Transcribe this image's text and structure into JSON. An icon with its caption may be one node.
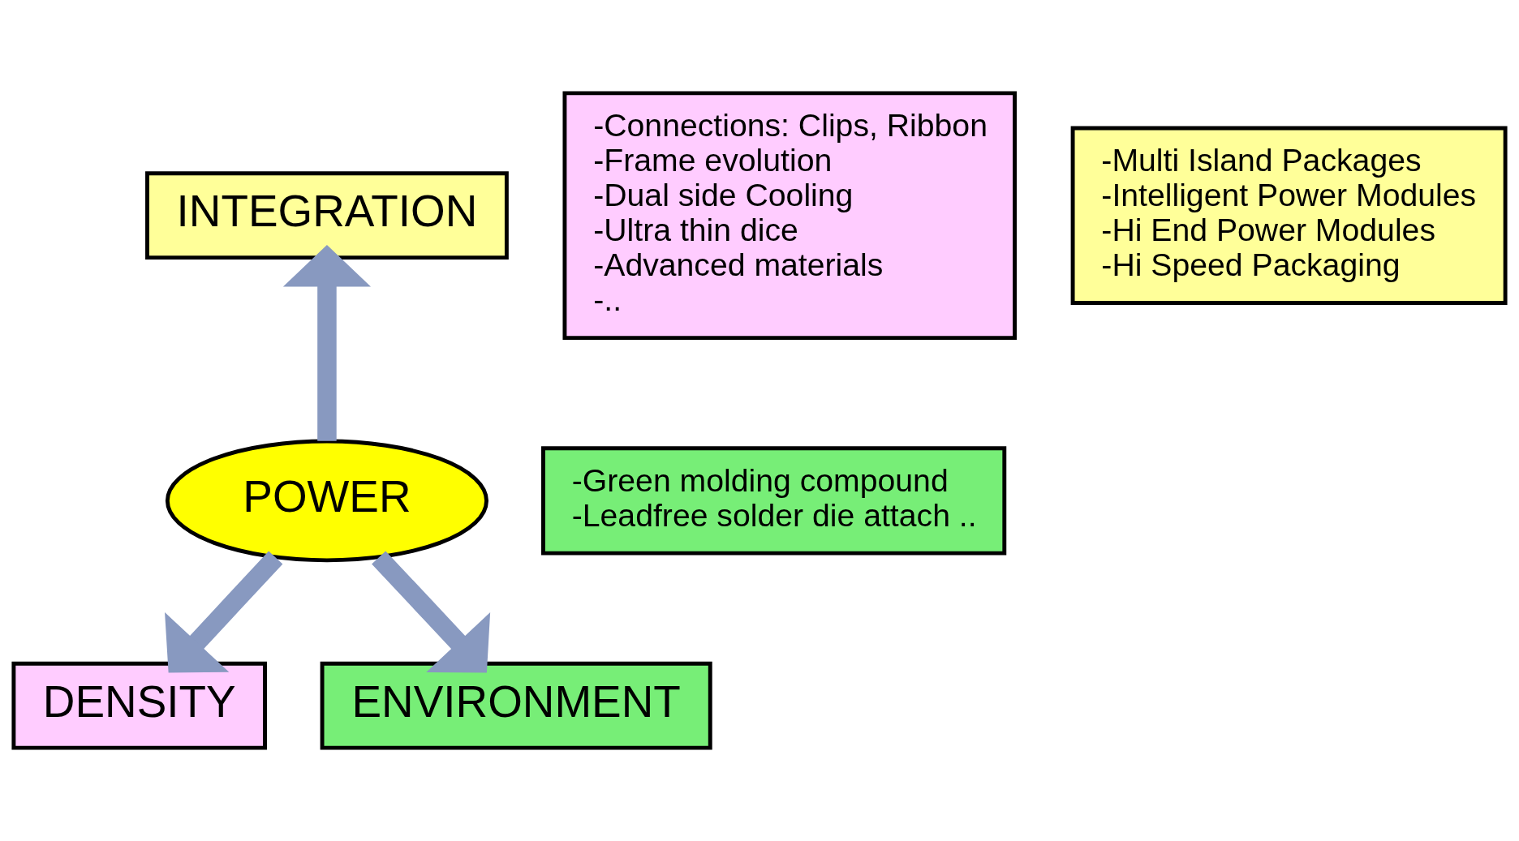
{
  "diagram": {
    "nodes": [
      {
        "text": [
          "INTEGRATION"
        ]
      },
      {
        "text": [
          "-Connections: Clips, Ribbon",
          "-Frame evolution",
          "-Dual side Cooling",
          "-Ultra thin dice",
          "-Advanced materials",
          "-.."
        ]
      },
      {
        "text": [
          "-Multi Island Packages",
          "-Intelligent Power Modules",
          "-Hi End Power Modules",
          "-Hi Speed Packaging"
        ]
      },
      {
        "text": [
          "POWER"
        ]
      },
      {
        "text": [
          "-Green molding compound",
          "-Leadfree solder die attach .."
        ]
      },
      {
        "text": [
          "DENSITY"
        ]
      },
      {
        "text": [
          "ENVIRONMENT"
        ]
      }
    ],
    "edges": [
      {
        "from": 3,
        "to": 0,
        "arrow": "to"
      },
      {
        "from": 3,
        "to": 5,
        "arrow": "to"
      },
      {
        "from": 3,
        "to": 6,
        "arrow": "to"
      }
    ]
  }
}
